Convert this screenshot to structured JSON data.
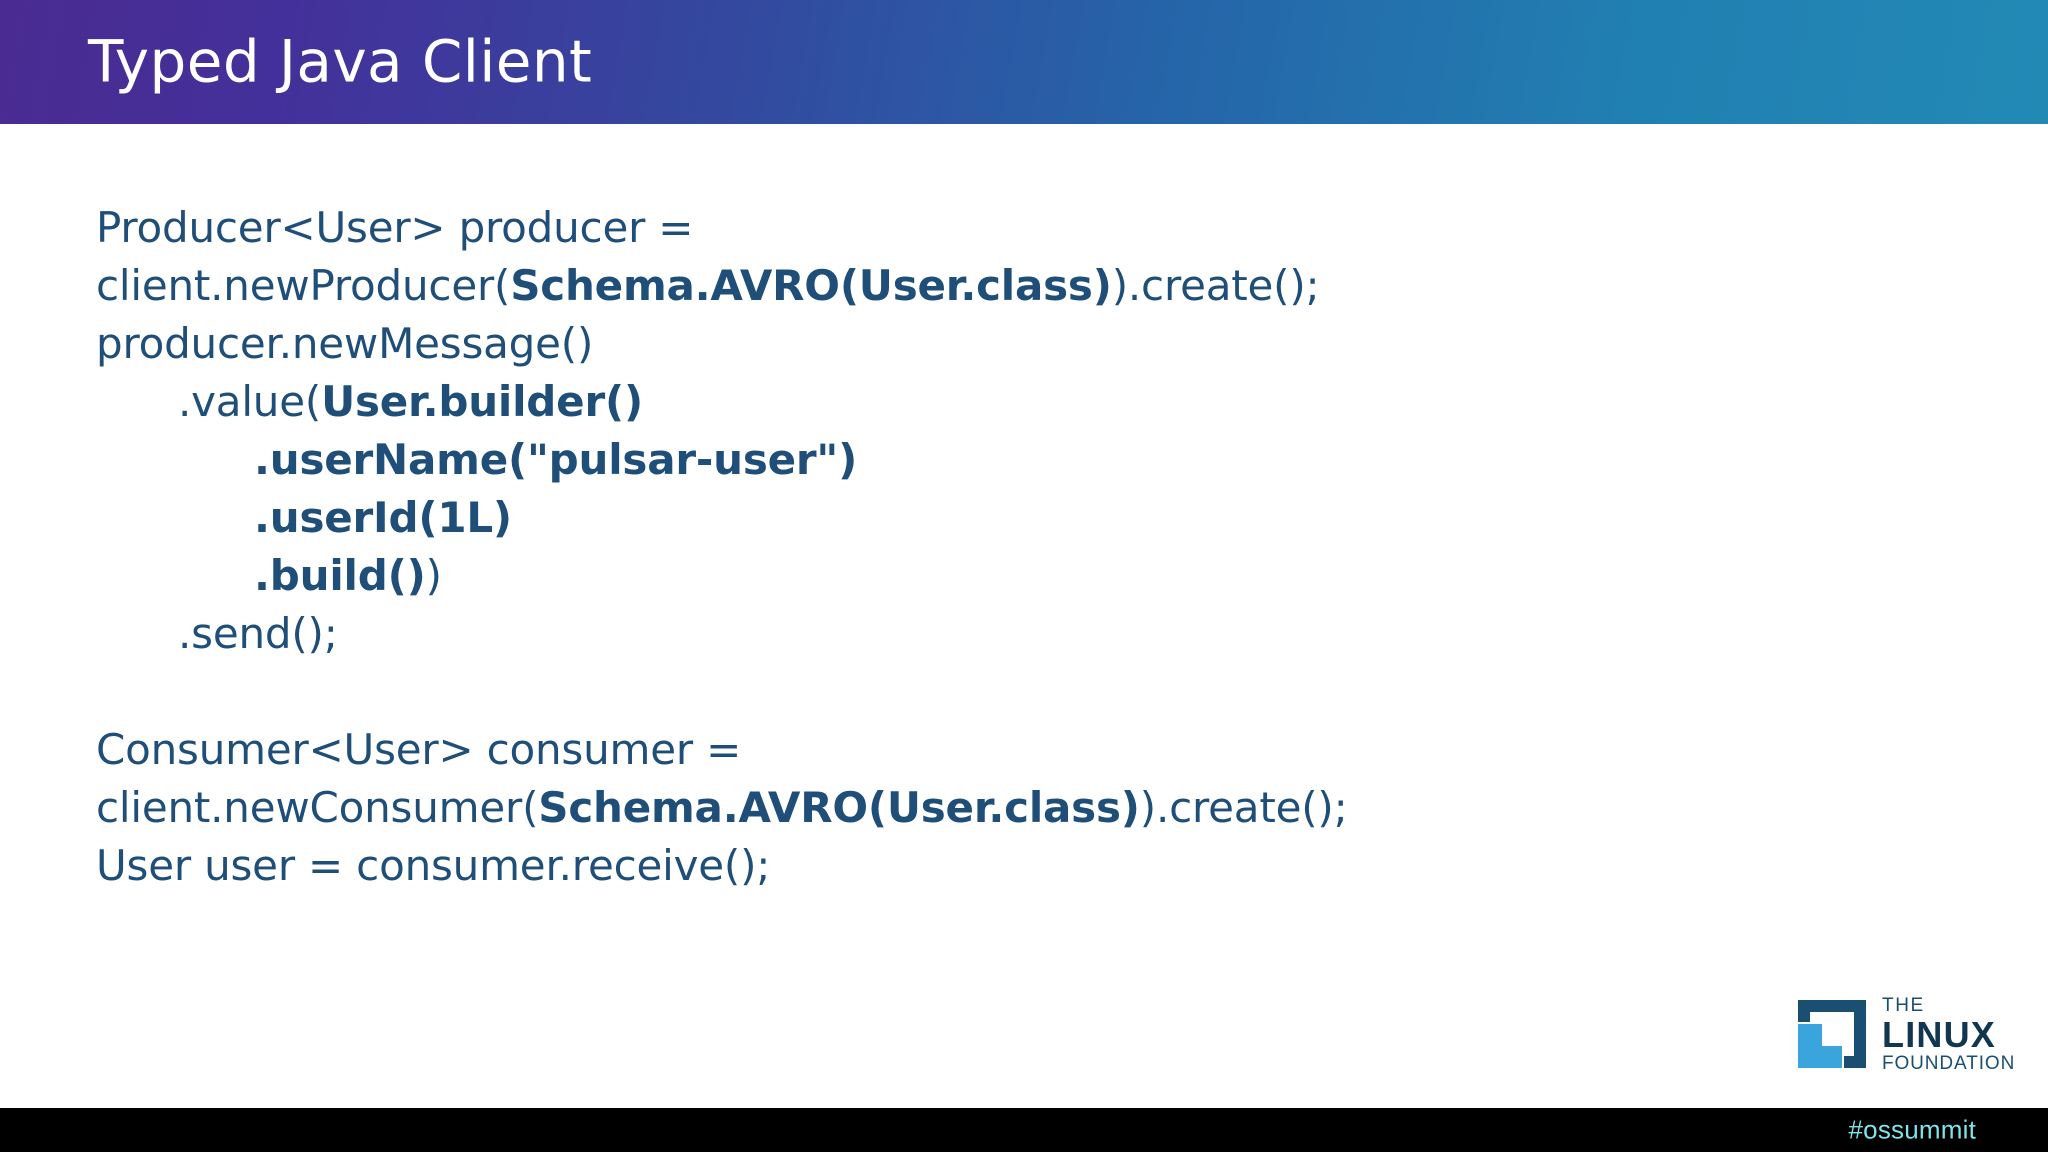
{
  "header": {
    "title": "Typed Java Client",
    "gradient_start": "#4a2b92",
    "gradient_end": "#2289b5",
    "title_color": "#ffffff"
  },
  "code": {
    "text_color": "#1f4e79",
    "lines": [
      {
        "id": "line-producer-decl",
        "indent": 0,
        "wrap": true,
        "segments": [
          {
            "text": "Producer<User> producer = client.newProducer(",
            "bold": false
          },
          {
            "text": "Schema.AVRO(User.class)",
            "bold": true
          },
          {
            "text": ").create();",
            "bold": false
          }
        ]
      },
      {
        "id": "line-new-message",
        "indent": 0,
        "wrap": false,
        "segments": [
          {
            "text": "producer.newMessage()",
            "bold": false
          }
        ]
      },
      {
        "id": "line-value-builder",
        "indent": 1,
        "wrap": false,
        "segments": [
          {
            "text": ".value(",
            "bold": false
          },
          {
            "text": "User.builder()",
            "bold": true
          }
        ]
      },
      {
        "id": "line-username",
        "indent": 2,
        "wrap": false,
        "segments": [
          {
            "text": ".userName(\"pulsar-user\")",
            "bold": true
          }
        ]
      },
      {
        "id": "line-userid",
        "indent": 2,
        "wrap": false,
        "segments": [
          {
            "text": ".userId(1L)",
            "bold": true
          }
        ]
      },
      {
        "id": "line-build",
        "indent": 2,
        "wrap": false,
        "segments": [
          {
            "text": ".build()",
            "bold": true
          },
          {
            "text": ")",
            "bold": false
          }
        ]
      },
      {
        "id": "line-send",
        "indent": 1,
        "wrap": false,
        "segments": [
          {
            "text": ".send();",
            "bold": false
          }
        ]
      },
      {
        "id": "line-blank",
        "indent": 0,
        "wrap": false,
        "blank": true,
        "segments": []
      },
      {
        "id": "line-consumer-decl",
        "indent": 0,
        "wrap": true,
        "segments": [
          {
            "text": "Consumer<User> consumer = client.newConsumer(",
            "bold": false
          },
          {
            "text": "Schema.AVRO(User.class)",
            "bold": true
          },
          {
            "text": ").create();",
            "bold": false
          }
        ]
      },
      {
        "id": "line-receive",
        "indent": 0,
        "wrap": false,
        "segments": [
          {
            "text": "User user = consumer.receive();",
            "bold": false
          }
        ]
      }
    ]
  },
  "logo": {
    "the": "THE",
    "linux": "LINUX",
    "foundation": "FOUNDATION",
    "mark_dark": "#1b4f72",
    "mark_light": "#3aa5dc"
  },
  "footer": {
    "hashtag": "#ossummit",
    "background": "#000000",
    "hashtag_color": "#7fe3e8"
  }
}
